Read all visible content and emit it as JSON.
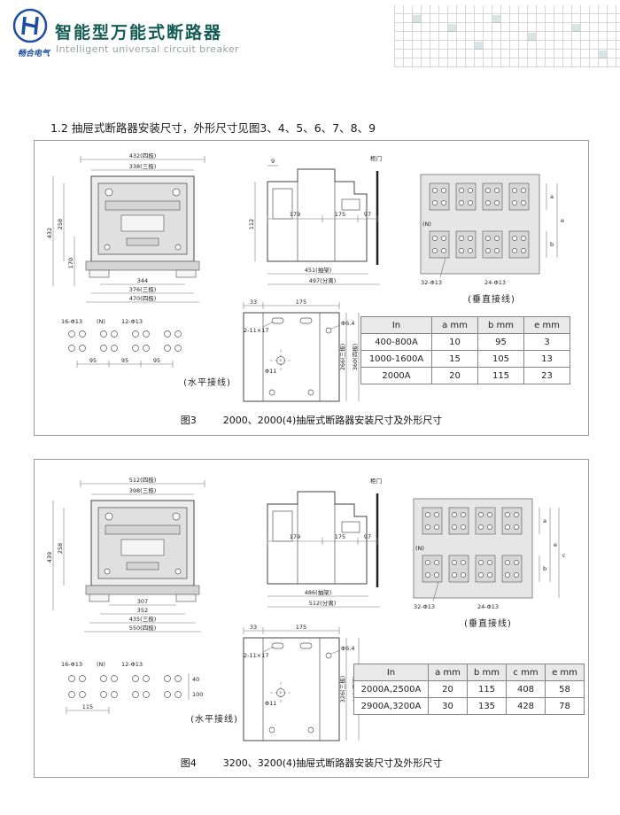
{
  "colors": {
    "brand_teal": "#155c54",
    "logo_blue": "#1d4f9e"
  },
  "header": {
    "logo_text": "畅合电气",
    "title": "智能型万能式断路器",
    "subtitle": "Intelligent universal circuit breaker"
  },
  "section_heading": "1.2 抽屉式断路器安装尺寸，外形尺寸见图3、4、5、6、7、8、9",
  "fig3": {
    "front": {
      "top1": "432(四极)",
      "top2": "338(三极)",
      "left1": "432",
      "left2": "258",
      "left3": "170",
      "bot1": "344",
      "bot2": "376(三极)",
      "bot3": "470(四极)"
    },
    "side": {
      "door": "柜门",
      "e1": "9",
      "e2": "112",
      "d1": "179",
      "d2": "175",
      "d3": "97",
      "bot1": "451(抽架)",
      "bot2": "497(分离)"
    },
    "vertical": {
      "n": "(N)",
      "holes1": "32-Φ13",
      "holes2": "24-Φ13",
      "dim_a": "a",
      "dim_b": "b",
      "dim_e": "e",
      "caption": "(垂直接线)"
    },
    "horizontal": {
      "label1": "16-Φ13",
      "n": "(N)",
      "label2": "12-Φ13",
      "dim1": "95",
      "dim2": "95",
      "dim3": "95",
      "caption": "(水平接线)"
    },
    "drill": {
      "top1": "33",
      "top2": "175",
      "slot": "2-11×17",
      "hole_small": "Φ6.4",
      "hole_big": "Φ11",
      "right1": "266(三极)",
      "right2": "360(四极)"
    },
    "table": {
      "headers": [
        "In",
        "a mm",
        "b mm",
        "e mm"
      ],
      "rows": [
        [
          "400-800A",
          "10",
          "95",
          "3"
        ],
        [
          "1000-1600A",
          "15",
          "105",
          "13"
        ],
        [
          "2000A",
          "20",
          "115",
          "23"
        ]
      ]
    },
    "caption_label": "图3",
    "caption_text": "2000、2000(4)抽屉式断路器安装尺寸及外形尺寸"
  },
  "fig4": {
    "front": {
      "top1": "512(四极)",
      "top2": "398(三极)",
      "left1": "439",
      "left2": "258",
      "bot1": "307",
      "bot2": "352",
      "bot3": "435(三极)",
      "bot4": "550(四极)"
    },
    "side": {
      "door": "柜门",
      "d1": "179",
      "d2": "175",
      "d3": "97",
      "bot1": "486(抽架)",
      "bot2": "512(分离)"
    },
    "vertical": {
      "n": "(N)",
      "holes1": "32-Φ13",
      "holes2": "24-Φ13",
      "dim_a": "a",
      "dim_b": "b",
      "dim_c": "c",
      "dim_e": "e",
      "caption": "(垂直接线)"
    },
    "horizontal": {
      "label1": "16-Φ13",
      "n": "(N)",
      "label2": "12-Φ13",
      "dim1": "40",
      "dim2": "100",
      "dim3": "115",
      "caption": "(水平接线)"
    },
    "drill": {
      "top1": "33",
      "top2": "175",
      "slot": "2-11×17",
      "hole_small": "Φ6.4",
      "hole_big": "Φ11",
      "right1": "326(三极)",
      "right2": "440(四极)"
    },
    "table": {
      "headers": [
        "In",
        "a mm",
        "b mm",
        "c mm",
        "e mm"
      ],
      "rows": [
        [
          "2000A,2500A",
          "20",
          "115",
          "408",
          "58"
        ],
        [
          "2900A,3200A",
          "30",
          "135",
          "428",
          "78"
        ]
      ]
    },
    "caption_label": "图4",
    "caption_text": "3200、3200(4)抽屉式断路器安装尺寸及外形尺寸"
  }
}
